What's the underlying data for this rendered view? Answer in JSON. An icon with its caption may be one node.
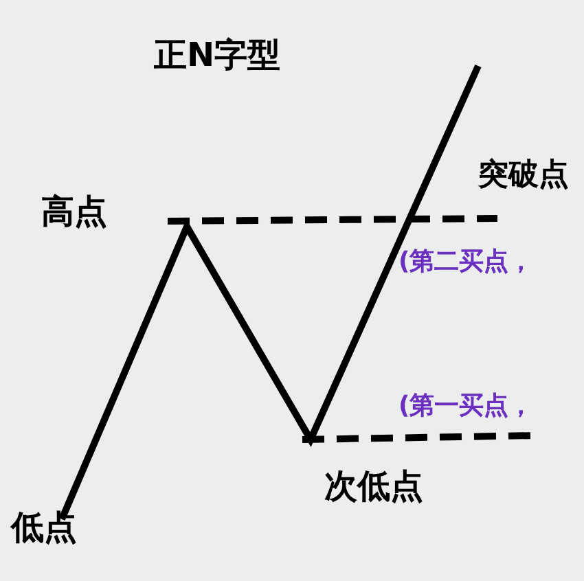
{
  "diagram": {
    "title": "正N字型",
    "labels": [
      "高点",
      "突破点",
      "(第二买点，",
      "(第一买点，",
      "次低点",
      "低点"
    ]
  }
}
